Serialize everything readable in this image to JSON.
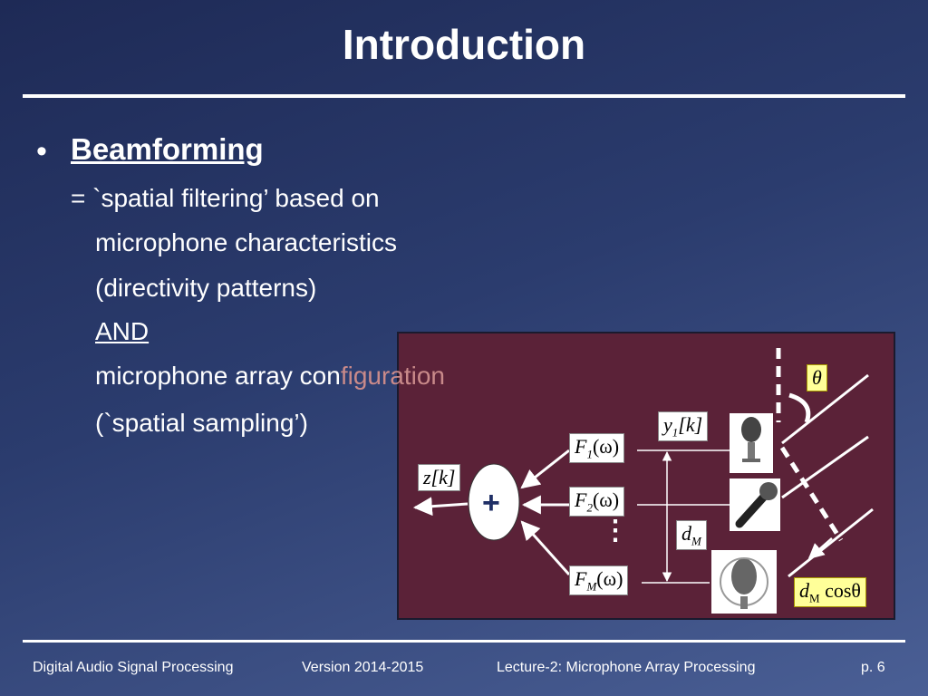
{
  "slide": {
    "title": "Introduction",
    "bullet_symbol": "•",
    "bullet_heading": "Beamforming",
    "body_lines": [
      "= `spatial filtering’ based on",
      "microphone characteristics",
      "(directivity patterns)",
      "AND",
      "microphone array con",
      "(`spatial sampling’)"
    ],
    "body_line5_tail": "figuration"
  },
  "diagram": {
    "theta_label": "θ",
    "y_label": "y",
    "y_sub": "1",
    "y_index": "[k]",
    "z_label": "z[k]",
    "sum_symbol": "+",
    "filter_labels": [
      {
        "name": "F",
        "sub": "1",
        "arg": "(ω)"
      },
      {
        "name": "F",
        "sub": "2",
        "arg": "(ω)"
      },
      {
        "name": "F",
        "sub": "M",
        "arg": "(ω)"
      }
    ],
    "dots": "⋮",
    "d_label": "d",
    "d_sub": "M",
    "dcos_name": "d",
    "dcos_sub": "M",
    "dcos_tail": " cosθ",
    "colors": {
      "panel": "#5b2238",
      "panel_border": "#1a1a2e",
      "highlight": "#ffff99"
    },
    "icons": [
      "microphone-icon",
      "handheld-microphone-icon",
      "studio-microphone-icon"
    ]
  },
  "footer": {
    "course": "Digital Audio Signal Processing",
    "version": "Version 2014-2015",
    "lecture": "Lecture-2: Microphone Array Processing",
    "page": "p. 6"
  }
}
